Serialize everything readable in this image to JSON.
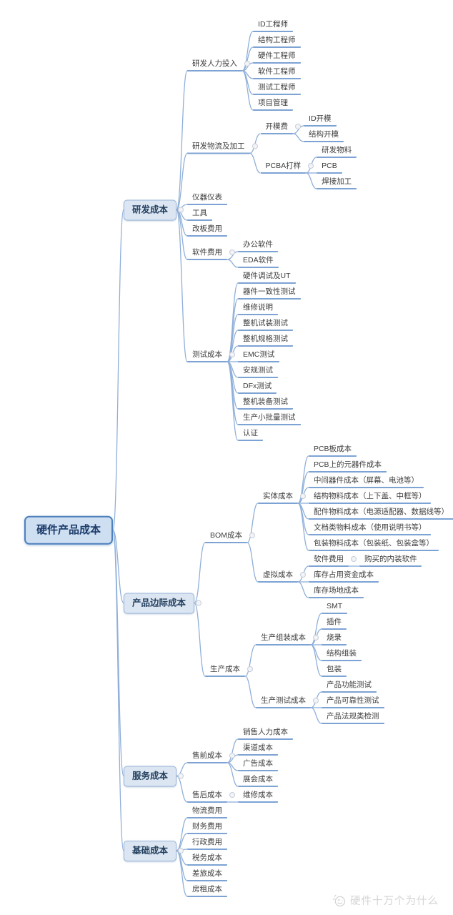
{
  "root": {
    "label": "硬件产品成本",
    "children": [
      {
        "label": "研发成本",
        "children": [
          {
            "label": "研发人力投入",
            "children": [
              {
                "label": "ID工程师"
              },
              {
                "label": "结构工程师"
              },
              {
                "label": "硬件工程师"
              },
              {
                "label": "软件工程师"
              },
              {
                "label": "测试工程师"
              },
              {
                "label": "项目管理"
              }
            ]
          },
          {
            "label": "研发物流及加工",
            "children": [
              {
                "label": "开模费",
                "children": [
                  {
                    "label": "ID开模"
                  },
                  {
                    "label": "结构开模"
                  }
                ]
              },
              {
                "label": "PCBA打样",
                "children": [
                  {
                    "label": "研发物料"
                  },
                  {
                    "label": "PCB"
                  },
                  {
                    "label": "焊接加工"
                  }
                ]
              }
            ]
          },
          {
            "label": "仪器仪表"
          },
          {
            "label": "工具"
          },
          {
            "label": "改板费用"
          },
          {
            "label": "软件费用",
            "children": [
              {
                "label": "办公软件"
              },
              {
                "label": "EDA软件"
              }
            ]
          },
          {
            "label": "测试成本",
            "children": [
              {
                "label": "硬件调试及UT"
              },
              {
                "label": "器件一致性测试"
              },
              {
                "label": "维修说明"
              },
              {
                "label": "整机试装测试"
              },
              {
                "label": "整机规格测试"
              },
              {
                "label": "EMC测试"
              },
              {
                "label": "安规测试"
              },
              {
                "label": "DFx测试"
              },
              {
                "label": "整机装备测试"
              },
              {
                "label": "生产小批量测试"
              },
              {
                "label": "认证"
              }
            ]
          }
        ]
      },
      {
        "label": "产品边际成本",
        "children": [
          {
            "label": "BOM成本",
            "children": [
              {
                "label": "实体成本",
                "children": [
                  {
                    "label": "PCB板成本"
                  },
                  {
                    "label": "PCB上的元器件成本"
                  },
                  {
                    "label": "中间器件成本（屏幕、电池等）"
                  },
                  {
                    "label": "结构物料成本（上下盖、中框等）"
                  },
                  {
                    "label": "配件物料成本（电源适配器、数据线等）"
                  },
                  {
                    "label": "文档类物料成本（使用说明书等）"
                  },
                  {
                    "label": "包装物料成本（包装纸、包装盒等）"
                  }
                ]
              },
              {
                "label": "虚拟成本",
                "children": [
                  {
                    "label": "软件费用",
                    "children": [
                      {
                        "label": "购买的内装软件"
                      }
                    ]
                  },
                  {
                    "label": "库存占用资金成本"
                  },
                  {
                    "label": "库存场地成本"
                  }
                ]
              }
            ]
          },
          {
            "label": "生产成本",
            "children": [
              {
                "label": "生产组装成本",
                "children": [
                  {
                    "label": "SMT"
                  },
                  {
                    "label": "插件"
                  },
                  {
                    "label": "烧录"
                  },
                  {
                    "label": "结构组装"
                  },
                  {
                    "label": "包装"
                  }
                ]
              },
              {
                "label": "生产测试成本",
                "children": [
                  {
                    "label": "产品功能测试"
                  },
                  {
                    "label": "产品可靠性测试"
                  },
                  {
                    "label": "产品法规类检测"
                  }
                ]
              }
            ]
          }
        ]
      },
      {
        "label": "服务成本",
        "children": [
          {
            "label": "售前成本",
            "children": [
              {
                "label": "销售人力成本"
              },
              {
                "label": "渠道成本"
              },
              {
                "label": "广告成本"
              },
              {
                "label": "展会成本"
              }
            ]
          },
          {
            "label": "售后成本",
            "children": [
              {
                "label": "维修成本"
              }
            ]
          }
        ]
      },
      {
        "label": "基础成本",
        "children": [
          {
            "label": "物流费用"
          },
          {
            "label": "财务费用"
          },
          {
            "label": "行政费用"
          },
          {
            "label": "税务成本"
          },
          {
            "label": "差旅成本"
          },
          {
            "label": "房租成本"
          }
        ]
      }
    ]
  },
  "watermark": {
    "text": "硬件十万个为什么",
    "icon": "smiley-icon"
  },
  "colors": {
    "connector_line": "#8fafd9",
    "node_underline": "#7da3d4",
    "box_fill": "#dce6f2",
    "box_border": "#97b4d8",
    "box_text": "#24405f",
    "root_fill": "#cfdff2",
    "root_border": "#4f81bd",
    "root_text": "#1c3c6b",
    "leaf_text": "#3d3d3d",
    "watermark_text": "#d4d4d4"
  }
}
